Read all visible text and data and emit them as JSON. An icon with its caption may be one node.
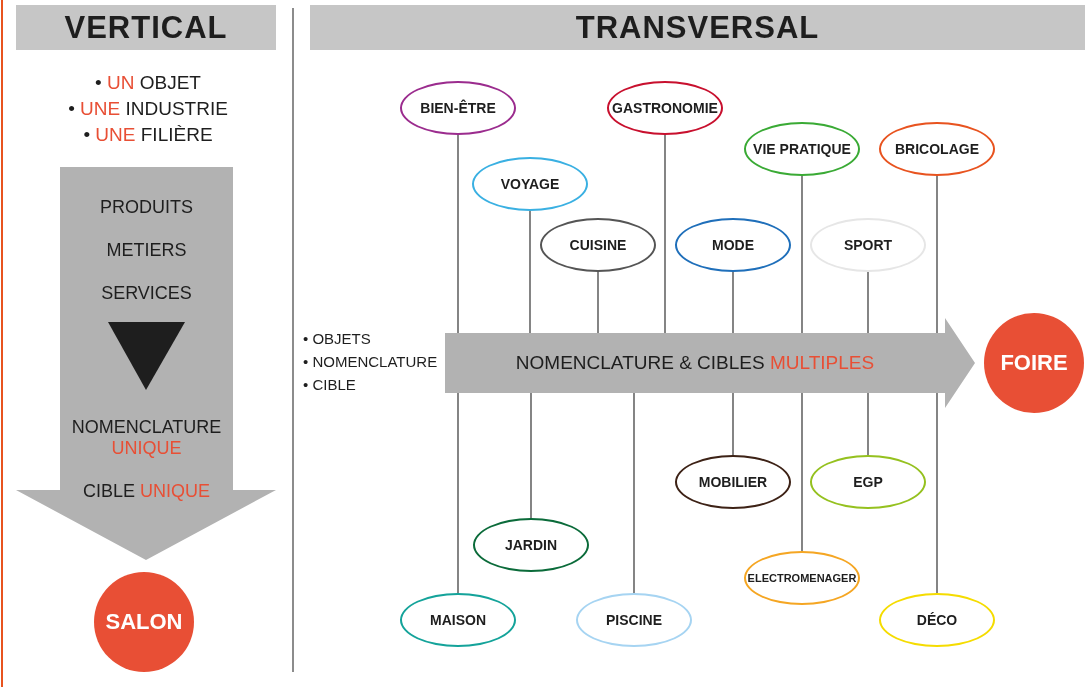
{
  "diagram": {
    "nodes": [
      {
        "text": [
          "VERTICAL"
        ]
      },
      {
        "text": [
          "TRANSVERSAL"
        ]
      },
      {
        "text": [
          "PRODUITS",
          "METIERS",
          "SERVICES",
          "NOMENCLATURE **UNIQUE**",
          "CIBLE **UNIQUE**"
        ]
      },
      {
        "text": [
          "SALON"
        ]
      },
      {
        "text": [
          "NOMENCLATURE & CIBLES **MULTIPLES**"
        ]
      },
      {
        "text": [
          "FOIRE"
        ]
      },
      {
        "text": [
          "BIEN-ÊTRE"
        ]
      },
      {
        "text": [
          "GASTRONOMIE"
        ]
      },
      {
        "text": [
          "VIE PRATIQUE"
        ]
      },
      {
        "text": [
          "BRICOLAGE"
        ]
      },
      {
        "text": [
          "VOYAGE"
        ]
      },
      {
        "text": [
          "CUISINE"
        ]
      },
      {
        "text": [
          "MODE"
        ]
      },
      {
        "text": [
          "SPORT"
        ]
      },
      {
        "text": [
          "MOBILIER"
        ]
      },
      {
        "text": [
          "EGP"
        ]
      },
      {
        "text": [
          "JARDIN"
        ]
      },
      {
        "text": [
          "ELECTROMENAGER"
        ]
      },
      {
        "text": [
          "MAISON"
        ]
      },
      {
        "text": [
          "PISCINE"
        ]
      },
      {
        "text": [
          "DÉCO"
        ]
      }
    ],
    "edges": [
      {
        "from": 6,
        "to": 4,
        "arrow": "none"
      },
      {
        "from": 7,
        "to": 4,
        "arrow": "none"
      },
      {
        "from": 8,
        "to": 4,
        "arrow": "none"
      },
      {
        "from": 9,
        "to": 4,
        "arrow": "none"
      },
      {
        "from": 10,
        "to": 4,
        "arrow": "none"
      },
      {
        "from": 11,
        "to": 4,
        "arrow": "none"
      },
      {
        "from": 12,
        "to": 4,
        "arrow": "none"
      },
      {
        "from": 13,
        "to": 4,
        "arrow": "none"
      },
      {
        "from": 14,
        "to": 4,
        "arrow": "none"
      },
      {
        "from": 15,
        "to": 4,
        "arrow": "none"
      },
      {
        "from": 16,
        "to": 4,
        "arrow": "none"
      },
      {
        "from": 17,
        "to": 4,
        "arrow": "none"
      },
      {
        "from": 18,
        "to": 4,
        "arrow": "none"
      },
      {
        "from": 19,
        "to": 4,
        "arrow": "none"
      },
      {
        "from": 20,
        "to": 4,
        "arrow": "none"
      }
    ],
    "labels": [
      "• **UN** OBJET",
      "• **UNE** INDUSTRIE",
      "• **UNE** FILIÈRE",
      "• OBJETS",
      "• NOMENCLATURE",
      "• CIBLE"
    ]
  }
}
